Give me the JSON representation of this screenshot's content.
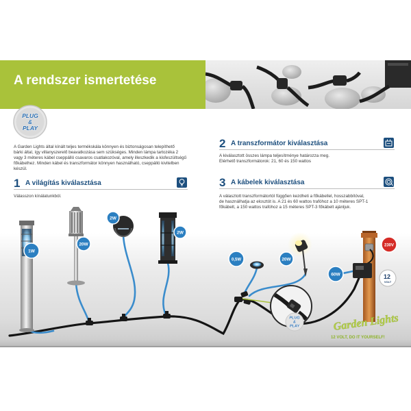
{
  "header": {
    "title": "A rendszer ismertetése"
  },
  "plug_play_badge": {
    "line1": "PLUG",
    "amp": "&",
    "line2": "PLAY"
  },
  "intro": [
    "A Garden Lights által kínált teljes termékskála könnyen és biztonságosan telepíthető",
    "bárki által, így villanyszerelő beavatkozása sem szükséges. Minden lámpa tartozéka 2",
    "vagy 3 méteres kábel cseppálló csavaros csatlakozóval, amely illeszkedik a kisfeszültségű",
    "főkábelhez. Minden kábel és transzformátor könnyen használható, cseppálló kivitelben",
    "készül."
  ],
  "sections": [
    {
      "number": "1",
      "title": "A világítás kiválasztása",
      "icon": "lightbulb-icon",
      "lines": [
        "Válasszon kínálatunkból."
      ]
    },
    {
      "number": "2",
      "title": "A transzformátor kiválasztása",
      "icon": "transformer-icon",
      "lines": [
        "A kiválasztott összes lámpa teljesítménye határozza meg.",
        "Elérhető transzformátorok: 21, 60 és 150 wattos"
      ]
    },
    {
      "number": "3",
      "title": "A kábelek kiválasztása",
      "icon": "cable-reel-icon",
      "lines": [
        "A választott transzformátortól függően kezdheti a főkábellel, hosszabbítóval,",
        "de használhatja az elosztót is. A 21 és 60 wattos trafóhoz a 10 méteres SPT-1",
        "főkábelt, a 150 wattos trafóhoz a 15 méteres SPT-3 főkábelt ajánljuk."
      ]
    }
  ],
  "illustration": {
    "lamp_badges": [
      "1W",
      "20W",
      "2W",
      "2W",
      "0,5W",
      "20W"
    ],
    "transformer_badge": "60W",
    "mains_badge": "230V",
    "volt_badge": {
      "value": "12",
      "unit": "VOLT"
    },
    "logo": "Garden Lights",
    "slogan": "12 VOLT, DO IT YOURSELF!"
  },
  "colors": {
    "accent_green": "#a9c23a",
    "heading_navy": "#1d4f7e",
    "badge_blue": "#2b7fc1",
    "mains_red": "#d52b26",
    "cable_blue": "#3a8ccc"
  }
}
